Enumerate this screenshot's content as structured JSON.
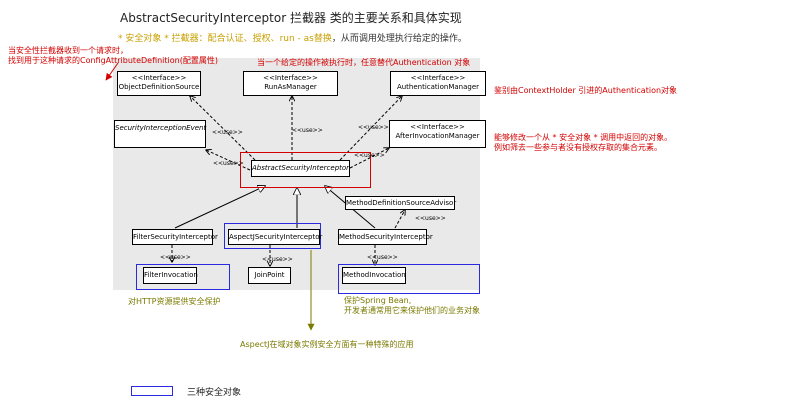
{
  "title": "AbstractSecurityInterceptor 拦截器 类的主要关系和具体实现",
  "subtitle": {
    "part1": "* 安全对象 * 拦截器：配合认证、授权、run - as替换",
    "part2": "，从而调用处理执行给定的操作。"
  },
  "stereotype": "<<Interface>>",
  "uses": "<<use>>",
  "classes": {
    "ods": "ObjectDefinitionSource",
    "ram": "RunAsManager",
    "am": "AuthenticationManager",
    "sie": "SecurityInterceptionEvent",
    "aim": "AfterInvocationManager",
    "asi": "AbstractSecurityInterceptor",
    "mdsa": "MethodDefinitionSourceAdvisor",
    "fsi": "FilterSecurityInterceptor",
    "ajsi": "AspectJSecurityInterceptor",
    "msi": "MethodSecurityInterceptor",
    "fi": "FilterInvocation",
    "jp": "JoinPoint",
    "mi": "MethodInvocation"
  },
  "notes": {
    "left_line1": "当安全性拦截器收到一个请求时，",
    "left_line2": "找到用于这种请求的ConfigAttributeDefinition(配置属性)",
    "top": "当一个给定的操作被执行时，任意替代Authentication 对象",
    "right_auth": "鉴别由ContextHolder 引进的Authentication对象",
    "right_after1": "能够修改一个从 * 安全对象 * 调用中返回的对象。",
    "right_after2": "例如筛去一些参与者没有授权存取的集合元素。",
    "http": "对HTTP资源提供安全保护",
    "spring1": "保护Spring Bean,",
    "spring2": "开发者通常用它来保护他们的业务对象",
    "aspectj": "AspectJ在域对象实例安全方面有一种特殊的应用"
  },
  "legend": "三种安全对象",
  "colors": {
    "red": "#d40000",
    "blue": "#2a2adf",
    "olive": "#7a7a00",
    "gold": "#c9a000",
    "diagram_bg": "#e9e9e9"
  }
}
